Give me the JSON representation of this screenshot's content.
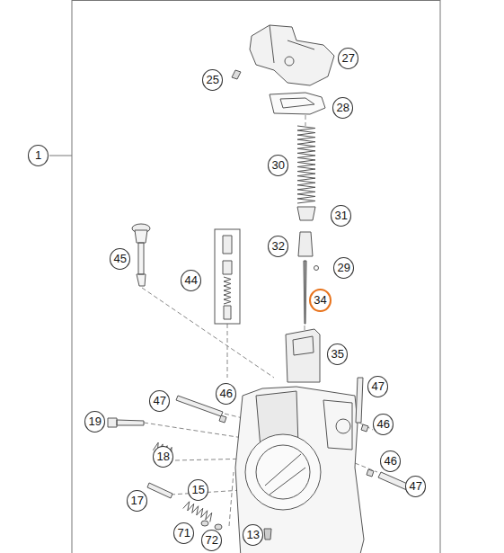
{
  "diagram": {
    "labels": [
      "1",
      "27",
      "25",
      "28",
      "30",
      "31",
      "45",
      "32",
      "29",
      "44",
      "34",
      "35",
      "47",
      "46",
      "47",
      "19",
      "46",
      "18",
      "46",
      "47",
      "15",
      "17",
      "71",
      "13",
      "72"
    ]
  }
}
